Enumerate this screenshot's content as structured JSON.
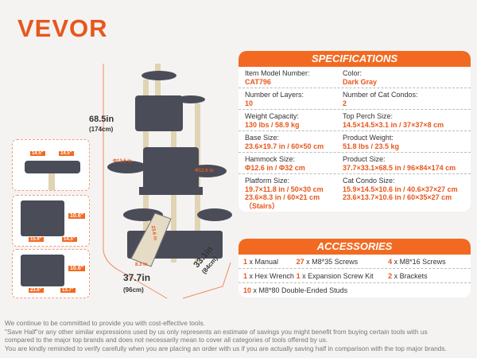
{
  "brand": "VEVOR",
  "dimensions": {
    "height_in": "68.5in",
    "height_cm": "(174cm)",
    "width_in": "37.7in",
    "width_cm": "(96cm)",
    "depth_in": "33.1in",
    "depth_cm": "(84cm)",
    "hammock_left": "Φ12.6 in",
    "hammock_right": "Φ12.6 in",
    "stairs_len": "23.6 in",
    "stairs_w": "8.3 in",
    "perch_a": "14.5\"",
    "perch_b": "14.5\"",
    "condo_a": "15.9\"",
    "condo_b": "14.5\"",
    "condo_h": "10.6\"",
    "condo2_a": "23.6\"",
    "condo2_b": "13.7\"",
    "condo2_h": "10.6\""
  },
  "specs": {
    "title": "SPECIFICATIONS",
    "rows": [
      [
        {
          "label": "Item Model Number:",
          "value": "CAT796"
        },
        {
          "label": "Color:",
          "value": "Dark Gray"
        }
      ],
      [
        {
          "label": "Number of Layers:",
          "value": "10"
        },
        {
          "label": "Number of Cat Condos:",
          "value": "2"
        }
      ],
      [
        {
          "label": "Weight Capacity:",
          "value": "130 lbs / 58.9 kg"
        },
        {
          "label": "Top Perch Size:",
          "value": "14.5×14.5×3.1 in / 37×37×8 cm"
        }
      ],
      [
        {
          "label": "Base Size:",
          "value": "23.6×19.7 in / 60×50 cm"
        },
        {
          "label": "Product Weight:",
          "value": "51.8 lbs / 23.5 kg"
        }
      ],
      [
        {
          "label": "Hammock Size:",
          "value": "Φ12.6 in / Φ32 cm"
        },
        {
          "label": "Product Size:",
          "value": "37.7×33.1×68.5 in / 96×84×174 cm"
        }
      ],
      [
        {
          "label": "Platform Size:",
          "value": "19.7×11.8 in / 50×30 cm",
          "value2": "23.6×8.3 in / 60×21 cm",
          "value3": "（Stairs）"
        },
        {
          "label": "Cat Condo Size:",
          "value": "15.9×14.5×10.6 in / 40.6×37×27 cm",
          "value2": "23.6×13.7×10.6 in / 60×35×27 cm"
        }
      ]
    ]
  },
  "accessories": {
    "title": "ACCESSORIES",
    "rows": [
      [
        {
          "qty": "1",
          "item": " x Manual"
        },
        {
          "qty": "27",
          "item": " x M8*35 Screws"
        },
        {
          "qty": "4",
          "item": " x M8*16 Screws"
        }
      ],
      [
        {
          "qty": "1",
          "item": " x Hex Wrench"
        },
        {
          "qty": "1",
          "item": " x Expansion Screw Kit"
        },
        {
          "qty": "2",
          "item": " x Brackets"
        }
      ],
      [
        {
          "qty": "10",
          "item": " x M8*80 Double-Ended Studs"
        }
      ]
    ]
  },
  "footer": [
    "We continue to be committed to provide you with cost-effective tools.",
    "\"Save Half\"or any other similar expressions used by us only represents an estimate of savings you might benefit from buying certain tools with us",
    "compared to the major top brands and does not necessarily mean to cover all categories of tools offered by us.",
    "You are kindly reminded to verify carefully when you are placing an order with us if you are actually saving half in comparison with the top major brands."
  ]
}
